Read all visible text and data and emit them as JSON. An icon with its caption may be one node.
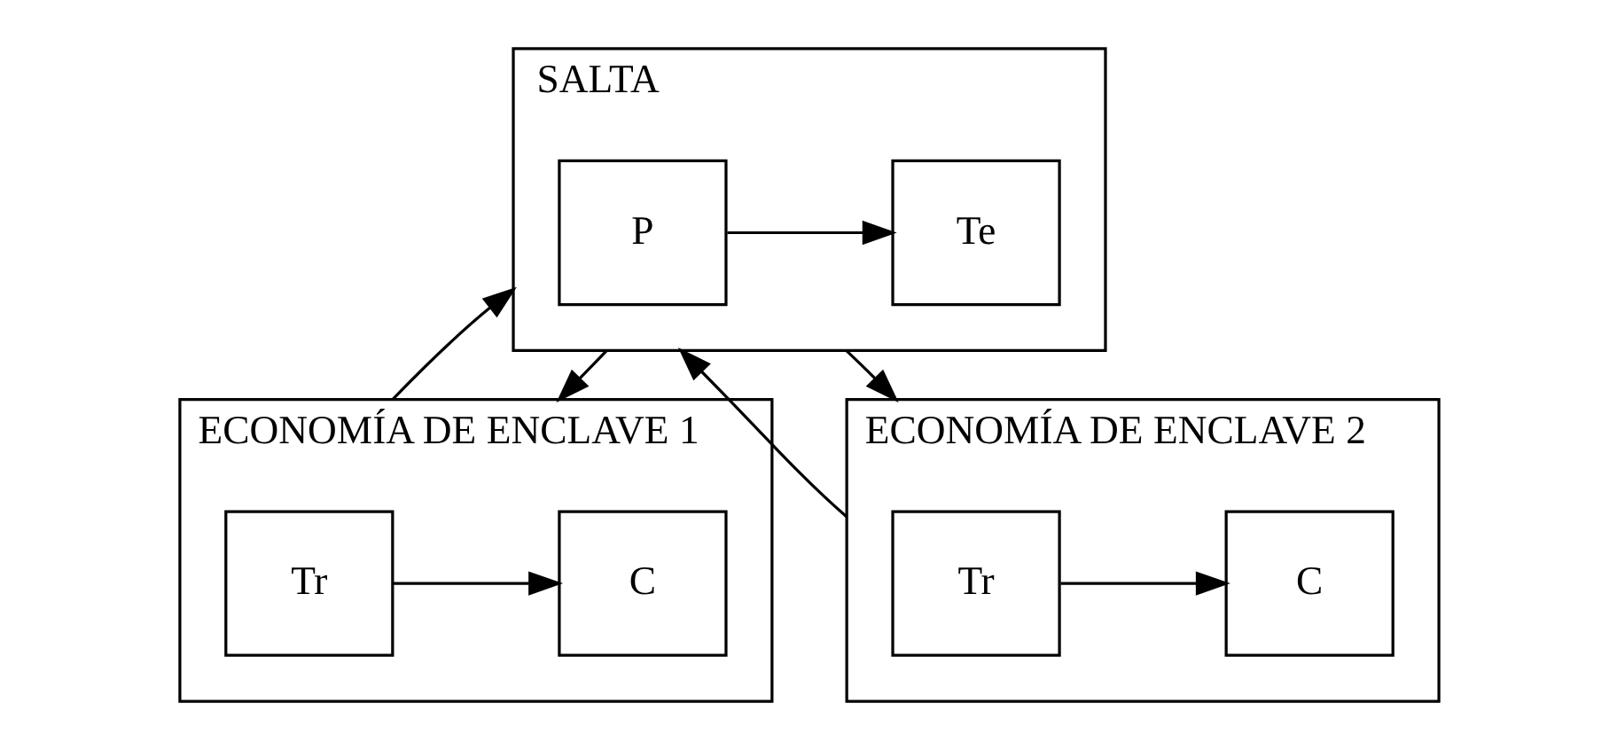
{
  "diagram": {
    "nodes": [
      {
        "text": [
          "SALTA"
        ]
      },
      {
        "text": [
          "P"
        ],
        "in": 0
      },
      {
        "text": [
          "Te"
        ],
        "in": 0
      },
      {
        "text": [
          "ECONOMÍA DE ENCLAVE 1"
        ]
      },
      {
        "text": [
          "Tr"
        ],
        "in": 3
      },
      {
        "text": [
          "C"
        ],
        "in": 3
      },
      {
        "text": [
          "ECONOMÍA DE ENCLAVE 2"
        ]
      },
      {
        "text": [
          "Tr"
        ],
        "in": 6
      },
      {
        "text": [
          "C"
        ],
        "in": 6
      }
    ],
    "edges": [
      {
        "from": 1,
        "to": 2,
        "arrow": "to"
      },
      {
        "from": 0,
        "to": 3,
        "arrow": "to"
      },
      {
        "from": 3,
        "to": 0,
        "arrow": "to"
      },
      {
        "from": 0,
        "to": 6,
        "arrow": "to"
      },
      {
        "from": 6,
        "to": 0,
        "arrow": "to"
      },
      {
        "from": 4,
        "to": 5,
        "arrow": "to"
      },
      {
        "from": 7,
        "to": 8,
        "arrow": "to"
      }
    ]
  }
}
